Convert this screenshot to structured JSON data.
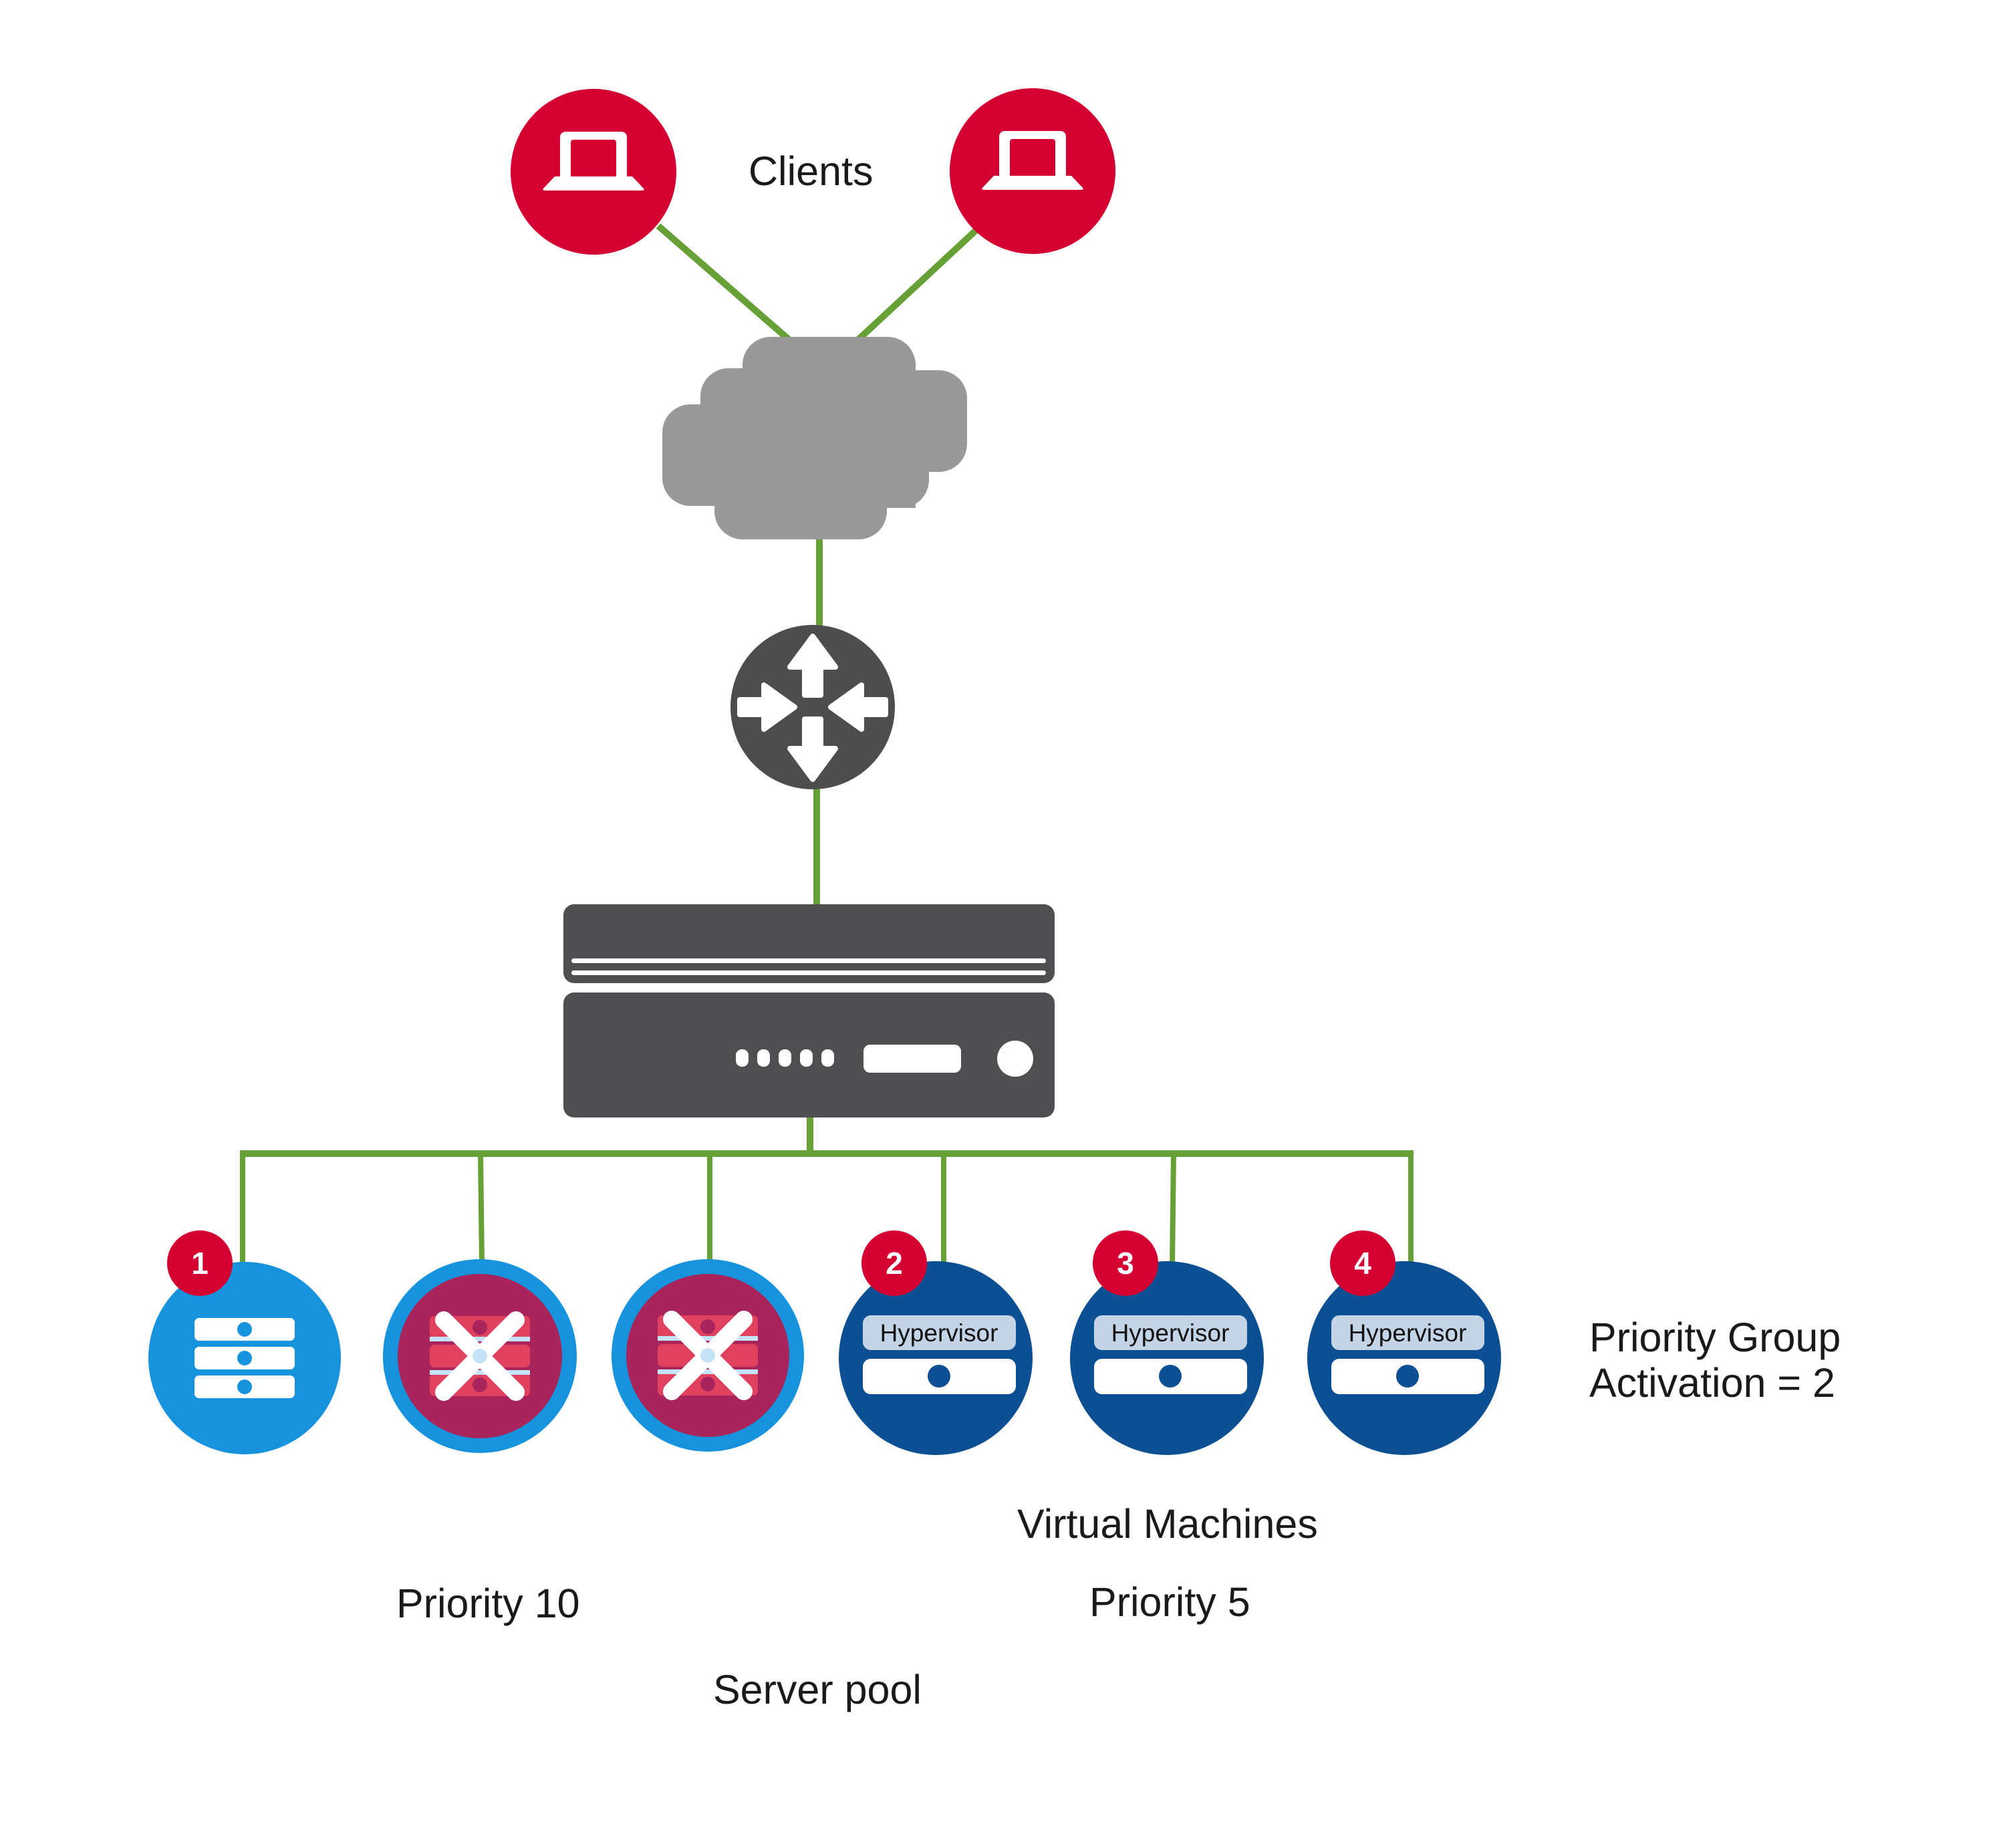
{
  "title": "Server pool priority group activation diagram",
  "colors": {
    "client_red": "#D50032",
    "link_green": "#66A036",
    "cloud_gray": "#999999",
    "device_dark": "#4F4F51",
    "server_blue": "#1693DC",
    "failed_fill": "#A8245A",
    "failed_bars": "#E0415F",
    "failed_highlight": "#C5E3F6",
    "vm_navy": "#0C4F93",
    "hypervisor_label_bg": "#C2D4E6"
  },
  "clients": {
    "label": "Clients",
    "nodes": [
      {
        "name": "client-1",
        "icon": "laptop-icon"
      },
      {
        "name": "client-2",
        "icon": "laptop-icon"
      }
    ]
  },
  "network": {
    "cloud": {
      "icon": "cloud-icon"
    },
    "router": {
      "icon": "router-icon"
    },
    "load_balancer": {
      "icon": "appliance-icon",
      "led_count": 5
    }
  },
  "server_pool": {
    "label": "Server pool",
    "members": [
      {
        "id": "server-1",
        "type": "physical",
        "status": "active",
        "badge": "1",
        "priority": 10
      },
      {
        "id": "server-2",
        "type": "physical",
        "status": "failed",
        "badge": null,
        "priority": 10
      },
      {
        "id": "server-3",
        "type": "physical",
        "status": "failed",
        "badge": null,
        "priority": 10
      },
      {
        "id": "vm-1",
        "type": "virtual",
        "status": "active",
        "badge": "2",
        "priority": 5,
        "label": "Hypervisor"
      },
      {
        "id": "vm-2",
        "type": "virtual",
        "status": "active",
        "badge": "3",
        "priority": 5,
        "label": "Hypervisor"
      },
      {
        "id": "vm-3",
        "type": "virtual",
        "status": "active",
        "badge": "4",
        "priority": 5,
        "label": "Hypervisor"
      }
    ],
    "group_labels": {
      "virtual_machines": "Virtual Machines",
      "priority_high": "Priority 10",
      "priority_low": "Priority 5"
    },
    "activation": {
      "line1": "Priority Group",
      "line2": "Activation = 2",
      "value": 2
    }
  }
}
